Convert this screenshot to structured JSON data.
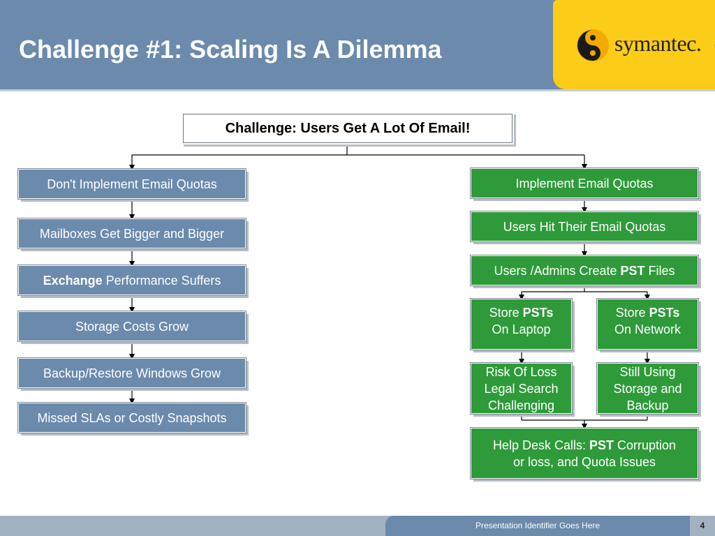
{
  "slide": {
    "title": "Challenge #1: Scaling Is A Dilemma",
    "logo_text": "symantec.",
    "logo_trademark": "™"
  },
  "diagram": {
    "root": "Challenge: Users Get A Lot Of Email!",
    "left_branch": [
      {
        "text": "Don't Implement Email Quotas"
      },
      {
        "text": "Mailboxes Get Bigger and Bigger"
      },
      {
        "bold": "Exchange",
        "rest": " Performance Suffers"
      },
      {
        "text": "Storage Costs Grow"
      },
      {
        "text": "Backup/Restore Windows Grow"
      },
      {
        "text": "Missed SLAs or Costly Snapshots"
      }
    ],
    "right_branch": {
      "quotas": "Implement Email Quotas",
      "hit_quotas": "Users Hit Their Email Quotas",
      "create_pst": {
        "pre": "Users /Admins Create ",
        "bold": "PST",
        "post": " Files"
      },
      "laptop": {
        "pre": "Store ",
        "bold": "PSTs",
        "post": "On Laptop"
      },
      "network": {
        "pre": "Store ",
        "bold": "PSTs",
        "post": "On Network"
      },
      "risk": "Risk Of Loss\nLegal Search\nChallenging",
      "still": "Still Using\nStorage and\nBackup",
      "helpdesk": {
        "pre": "Help Desk Calls: ",
        "bold": "PST",
        "post": " Corruption\nor loss, and Quota Issues"
      }
    },
    "colors": {
      "blue": "#6b8aac",
      "green": "#2e9a3a",
      "logo_yellow": "#fbcc18"
    }
  },
  "footer": {
    "presentation_id": "Presentation Identifier Goes Here",
    "page_number": "4"
  }
}
